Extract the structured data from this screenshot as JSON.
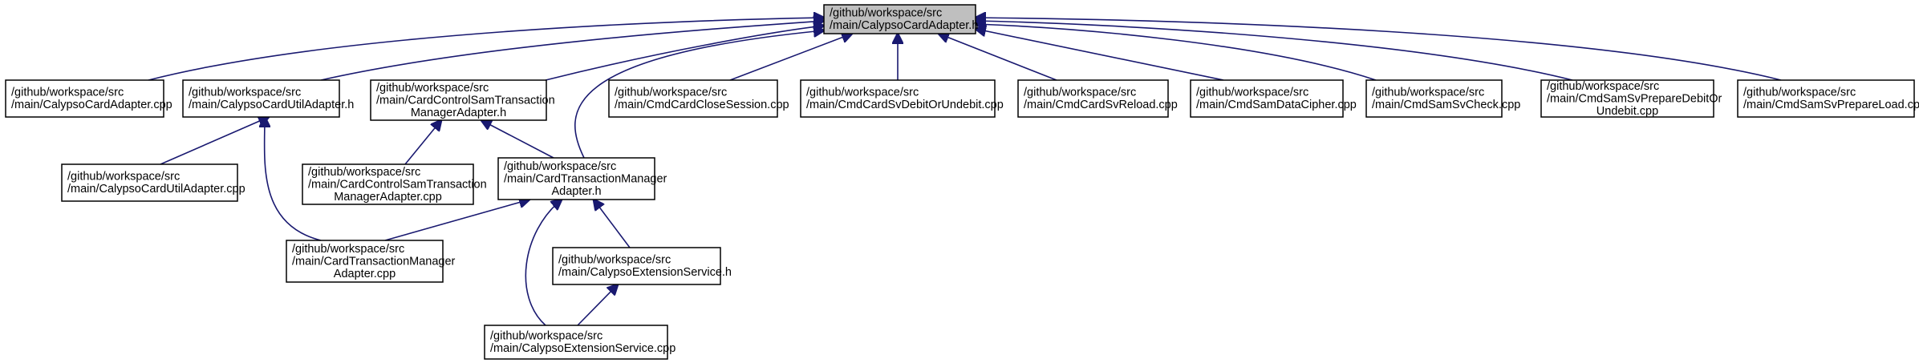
{
  "diagram": {
    "type": "include-dependency-graph",
    "edge_color": "#191970",
    "root_fill": "#bfbfbf",
    "nodes": [
      {
        "id": "n0",
        "lines": [
          "/github/workspace/src",
          "/main/CalypsoCardAdapter.h"
        ],
        "root": true
      },
      {
        "id": "n1",
        "lines": [
          "/github/workspace/src",
          "/main/CalypsoCardAdapter.cpp"
        ]
      },
      {
        "id": "n2",
        "lines": [
          "/github/workspace/src",
          "/main/CalypsoCardUtilAdapter.h"
        ]
      },
      {
        "id": "n3",
        "lines": [
          "/github/workspace/src",
          "/main/CardControlSamTransaction",
          "ManagerAdapter.h"
        ]
      },
      {
        "id": "n4",
        "lines": [
          "/github/workspace/src",
          "/main/CmdCardCloseSession.cpp"
        ]
      },
      {
        "id": "n5",
        "lines": [
          "/github/workspace/src",
          "/main/CmdCardSvDebitOrUndebit.cpp"
        ]
      },
      {
        "id": "n6",
        "lines": [
          "/github/workspace/src",
          "/main/CmdCardSvReload.cpp"
        ]
      },
      {
        "id": "n7",
        "lines": [
          "/github/workspace/src",
          "/main/CmdSamDataCipher.cpp"
        ]
      },
      {
        "id": "n8",
        "lines": [
          "/github/workspace/src",
          "/main/CmdSamSvCheck.cpp"
        ]
      },
      {
        "id": "n9",
        "lines": [
          "/github/workspace/src",
          "/main/CmdSamSvPrepareDebitOr",
          "Undebit.cpp"
        ]
      },
      {
        "id": "n10",
        "lines": [
          "/github/workspace/src",
          "/main/CmdSamSvPrepareLoad.cpp"
        ]
      },
      {
        "id": "n11",
        "lines": [
          "/github/workspace/src",
          "/main/CalypsoCardUtilAdapter.cpp"
        ]
      },
      {
        "id": "n12",
        "lines": [
          "/github/workspace/src",
          "/main/CardControlSamTransaction",
          "ManagerAdapter.cpp"
        ]
      },
      {
        "id": "n13",
        "lines": [
          "/github/workspace/src",
          "/main/CardTransactionManager",
          "Adapter.h"
        ]
      },
      {
        "id": "n14",
        "lines": [
          "/github/workspace/src",
          "/main/CardTransactionManager",
          "Adapter.cpp"
        ]
      },
      {
        "id": "n15",
        "lines": [
          "/github/workspace/src",
          "/main/CalypsoExtensionService.h"
        ]
      },
      {
        "id": "n16",
        "lines": [
          "/github/workspace/src",
          "/main/CalypsoExtensionService.cpp"
        ]
      }
    ],
    "edges": [
      {
        "from": "n1",
        "to": "n0"
      },
      {
        "from": "n2",
        "to": "n0"
      },
      {
        "from": "n3",
        "to": "n0"
      },
      {
        "from": "n4",
        "to": "n0"
      },
      {
        "from": "n5",
        "to": "n0"
      },
      {
        "from": "n6",
        "to": "n0"
      },
      {
        "from": "n7",
        "to": "n0"
      },
      {
        "from": "n8",
        "to": "n0"
      },
      {
        "from": "n9",
        "to": "n0"
      },
      {
        "from": "n10",
        "to": "n0"
      },
      {
        "from": "n13",
        "to": "n0"
      },
      {
        "from": "n11",
        "to": "n2"
      },
      {
        "from": "n14",
        "to": "n2"
      },
      {
        "from": "n12",
        "to": "n3"
      },
      {
        "from": "n13",
        "to": "n3"
      },
      {
        "from": "n14",
        "to": "n13"
      },
      {
        "from": "n15",
        "to": "n13"
      },
      {
        "from": "n16",
        "to": "n13"
      },
      {
        "from": "n16",
        "to": "n15"
      }
    ]
  }
}
